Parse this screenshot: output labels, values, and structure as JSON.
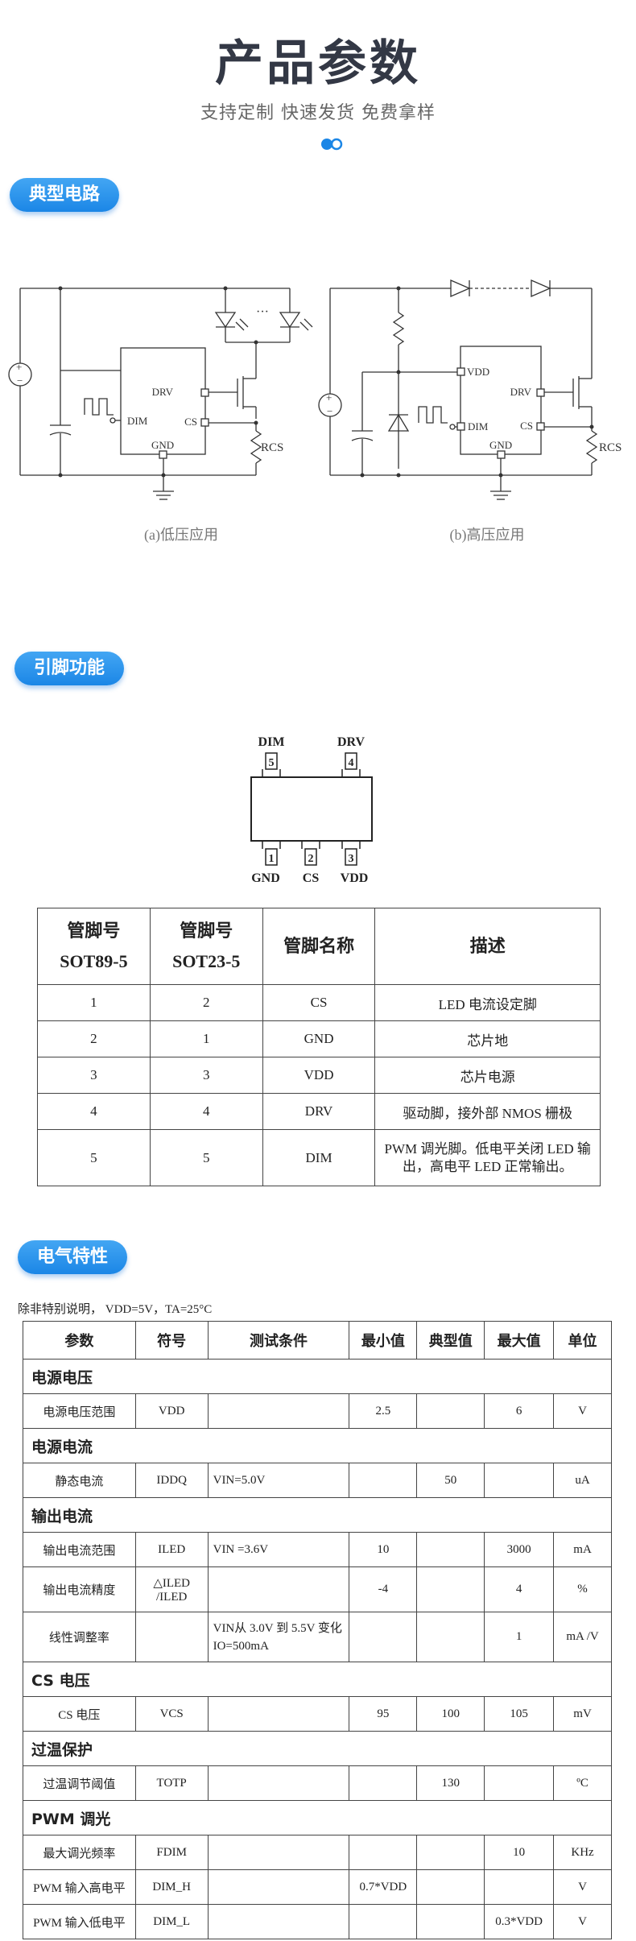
{
  "header": {
    "title": "产品参数",
    "subtitle": "支持定制 快速发货 免费拿样"
  },
  "sections": {
    "circuit": "典型电路",
    "pins": "引脚功能",
    "electrical": "电气特性"
  },
  "circuit": {
    "left": {
      "caption": "(a)低压应用",
      "labels": {
        "drv": "DRV",
        "cs": "CS",
        "dim": "DIM",
        "gnd": "GND",
        "rcs": "RCS",
        "dots": "···"
      }
    },
    "right": {
      "caption": "(b)高压应用",
      "labels": {
        "vdd": "VDD",
        "drv": "DRV",
        "cs": "CS",
        "dim": "DIM",
        "gnd": "GND",
        "rcs": "RCS"
      }
    }
  },
  "pinout": {
    "top": [
      {
        "name": "DIM",
        "num": "5"
      },
      {
        "name": "DRV",
        "num": "4"
      }
    ],
    "bottom": [
      {
        "name": "GND",
        "num": "1"
      },
      {
        "name": "CS",
        "num": "2"
      },
      {
        "name": "VDD",
        "num": "3"
      }
    ]
  },
  "pin_table": {
    "headers": [
      [
        "管脚号",
        "SOT89-5"
      ],
      [
        "管脚号",
        "SOT23-5"
      ],
      [
        "管脚名称"
      ],
      [
        "描述"
      ]
    ],
    "rows": [
      [
        "1",
        "2",
        "CS",
        "LED 电流设定脚"
      ],
      [
        "2",
        "1",
        "GND",
        "芯片地"
      ],
      [
        "3",
        "3",
        "VDD",
        "芯片电源"
      ],
      [
        "4",
        "4",
        "DRV",
        "驱动脚，接外部 NMOS 栅极"
      ],
      [
        "5",
        "5",
        "DIM",
        "PWM 调光脚。低电平关闭 LED 输出，高电平 LED 正常输出。"
      ]
    ]
  },
  "electrical": {
    "note": "除非特别说明， VDD=5V，TA=25°C",
    "headers": [
      "参数",
      "符号",
      "测试条件",
      "最小值",
      "典型值",
      "最大值",
      "单位"
    ],
    "groups": [
      {
        "title": "电源电压",
        "rows": [
          [
            "电源电压范围",
            "VDD",
            "",
            "2.5",
            "",
            "6",
            "V"
          ]
        ]
      },
      {
        "title": "电源电流",
        "rows": [
          [
            "静态电流",
            "IDDQ",
            "VIN=5.0V",
            "",
            "50",
            "",
            "uA"
          ]
        ]
      },
      {
        "title": "输出电流",
        "rows": [
          [
            "输出电流范围",
            "ILED",
            "VIN =3.6V",
            "10",
            "",
            "3000",
            "mA"
          ],
          [
            "输出电流精度",
            "△ILED /ILED",
            "",
            "-4",
            "",
            "4",
            "%"
          ],
          [
            "线性调整率",
            "",
            "VIN从 3.0V 到 5.5V 变化 IO=500mA",
            "",
            "",
            "1",
            "mA /V"
          ]
        ]
      },
      {
        "title": "CS 电压",
        "rows": [
          [
            "CS  电压",
            "VCS",
            "",
            "95",
            "100",
            "105",
            "mV"
          ]
        ]
      },
      {
        "title": "过温保护",
        "rows": [
          [
            "过温调节阈值",
            "TOTP",
            "",
            "",
            "130",
            "",
            "ºC"
          ]
        ]
      },
      {
        "title": "PWM 调光",
        "rows": [
          [
            "最大调光频率",
            "FDIM",
            "",
            "",
            "",
            "10",
            "KHz"
          ],
          [
            "PWM 输入高电平",
            "DIM_H",
            "",
            "0.7*VDD",
            "",
            "",
            "V"
          ],
          [
            "PWM 输入低电平",
            "DIM_L",
            "",
            "",
            "",
            "0.3*VDD",
            "V"
          ]
        ]
      }
    ]
  },
  "colors": {
    "accent": "#1b86e6",
    "title": "#333845"
  }
}
